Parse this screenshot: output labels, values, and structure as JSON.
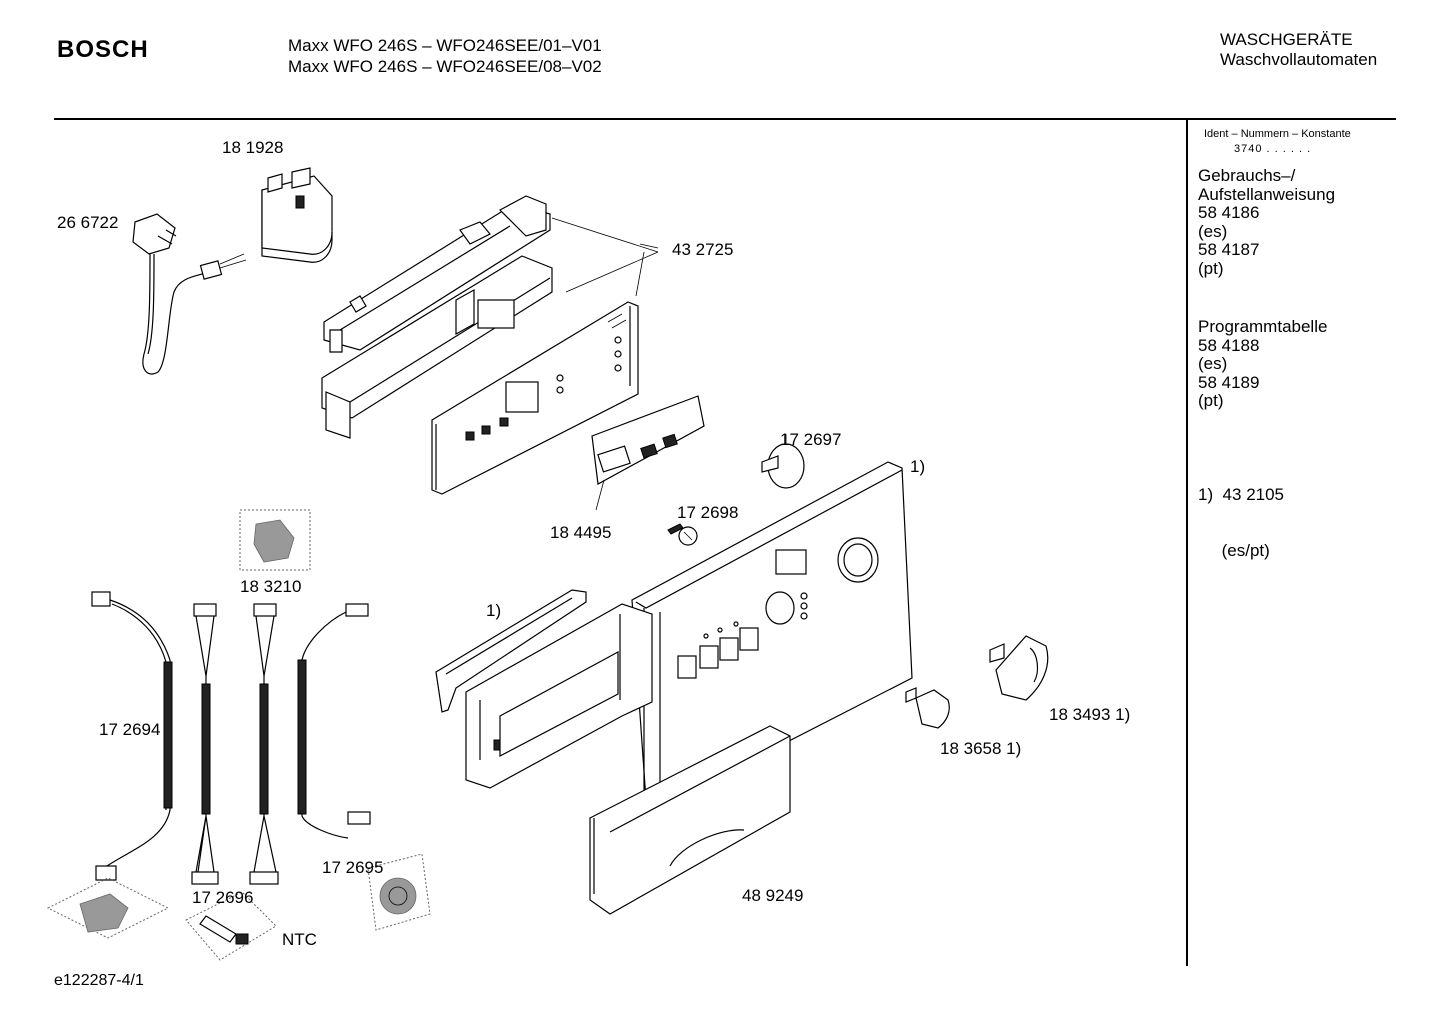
{
  "header": {
    "brand": "BOSCH",
    "model_line_1": "Maxx WFO 246S – WFO246SEE/01–V01",
    "model_line_2": "Maxx WFO 246S – WFO246SEE/08–V02",
    "category_line_1": "WASCHGERÄTE",
    "category_line_2": "Waschvollautomaten"
  },
  "sidebar": {
    "ident_title": "Ident – Nummern – Konstante",
    "ident_value": "3740  .  .     .  .  .  .",
    "sections": [
      {
        "lines": [
          "Gebrauchs–/",
          "Aufstellanweisung",
          "58 4186",
          "(es)",
          "58 4187",
          "(pt)"
        ]
      },
      {
        "lines": [
          "Programmtabelle",
          "58 4188",
          "(es)",
          "58 4189",
          "(pt)"
        ]
      },
      {
        "lines": [
          "1)  43 2105",
          "     (es/pt)"
        ]
      }
    ]
  },
  "parts": {
    "p181928": "18 1928",
    "p266722": "26 6722",
    "p432725": "43 2725",
    "p172697": "17 2697",
    "note1_top": "1)",
    "p172698": "17 2698",
    "p184495": "18 4495",
    "p183210": "18 3210",
    "note1_left": "1)",
    "p172694": "17 2694",
    "p183493": "18 3493 1)",
    "p183658": "18 3658 1)",
    "p172695": "17 2695",
    "p172696": "17 2696",
    "p489249": "48 9249",
    "ntc": "NTC"
  },
  "footer": {
    "code": "e122287-4/1"
  }
}
